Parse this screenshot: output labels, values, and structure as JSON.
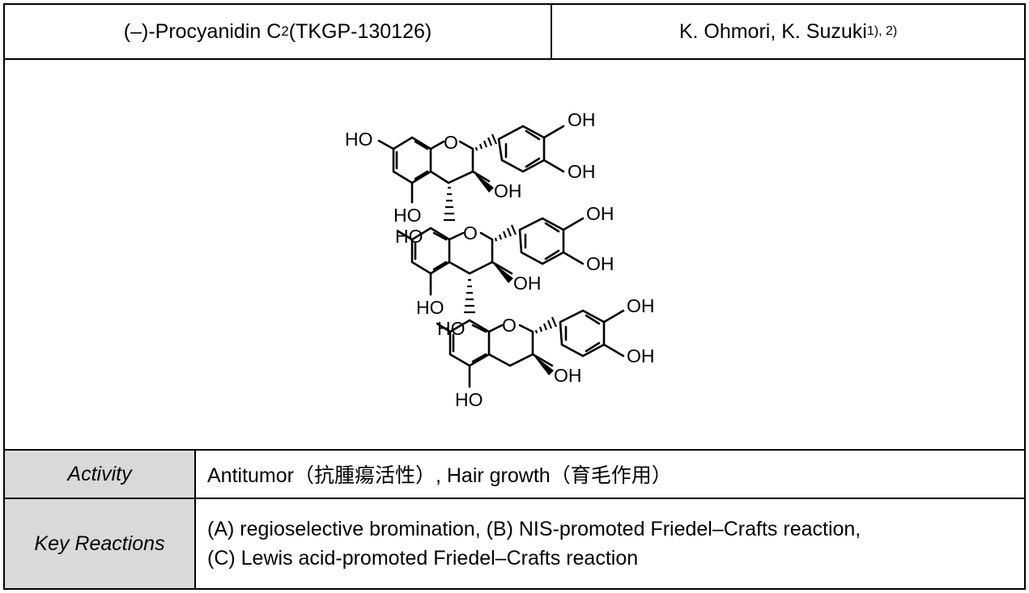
{
  "header": {
    "compound_name_prefix": "(–)-Procyanidin C",
    "compound_subscript": "2",
    "compound_code": " (TKGP-130126)",
    "authors": "K. Ohmori, K. Suzuki",
    "authors_refs": "1), 2)"
  },
  "structure": {
    "atom_labels": {
      "oh": "OH",
      "ho": "HO",
      "o": "O"
    }
  },
  "activity": {
    "label": "Activity",
    "value": "Antitumor（抗腫瘍活性）, Hair growth（育毛作用）"
  },
  "key_reactions": {
    "label": "Key Reactions",
    "lines": [
      "(A) regioselective bromination, (B) NIS-promoted Friedel–Crafts reaction,",
      "(C) Lewis acid-promoted Friedel–Crafts reaction"
    ]
  },
  "colors": {
    "label_background": "#d9d9d9",
    "border": "#000000"
  }
}
